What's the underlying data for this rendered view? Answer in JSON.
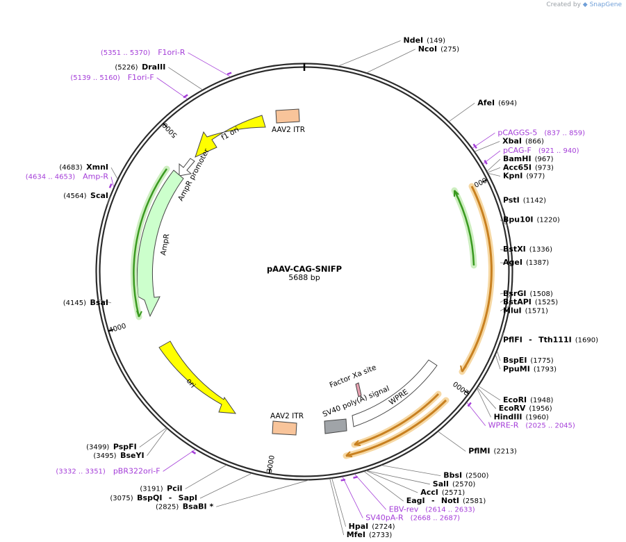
{
  "credit": {
    "prefix": "Created by",
    "brand": "SnapGene"
  },
  "plasmid": {
    "name": "pAAV-CAG-SNIFP",
    "size_label": "5688 bp",
    "length": 5688
  },
  "ticks": [
    {
      "pos": 1000,
      "label": "1000"
    },
    {
      "pos": 2000,
      "label": "2000"
    },
    {
      "pos": 3000,
      "label": "3000"
    },
    {
      "pos": 4000,
      "label": "4000"
    },
    {
      "pos": 5000,
      "label": "5000"
    }
  ],
  "sites": [
    {
      "pos": 149,
      "names": [
        "NdeI"
      ],
      "pos_label": "(149)",
      "side": "right"
    },
    {
      "pos": 275,
      "names": [
        "NcoI"
      ],
      "pos_label": "(275)",
      "side": "right"
    },
    {
      "pos": 694,
      "names": [
        "AfeI"
      ],
      "pos_label": "(694)",
      "side": "right"
    },
    {
      "pos": 866,
      "names": [
        "XbaI"
      ],
      "pos_label": "(866)",
      "side": "right"
    },
    {
      "pos": 967,
      "names": [
        "BamHI"
      ],
      "pos_label": "(967)",
      "side": "right"
    },
    {
      "pos": 973,
      "names": [
        "Acc65I"
      ],
      "pos_label": "(973)",
      "side": "right"
    },
    {
      "pos": 977,
      "names": [
        "KpnI"
      ],
      "pos_label": "(977)",
      "side": "right"
    },
    {
      "pos": 1142,
      "names": [
        "PstI"
      ],
      "pos_label": "(1142)",
      "side": "right"
    },
    {
      "pos": 1220,
      "names": [
        "Bpu10I"
      ],
      "pos_label": "(1220)",
      "side": "right"
    },
    {
      "pos": 1336,
      "names": [
        "BstXI"
      ],
      "pos_label": "(1336)",
      "side": "right"
    },
    {
      "pos": 1387,
      "names": [
        "AgeI"
      ],
      "pos_label": "(1387)",
      "side": "right"
    },
    {
      "pos": 1508,
      "names": [
        "BsrGI"
      ],
      "pos_label": "(1508)",
      "side": "right"
    },
    {
      "pos": 1525,
      "names": [
        "BstAPI"
      ],
      "pos_label": "(1525)",
      "side": "right"
    },
    {
      "pos": 1571,
      "names": [
        "MluI"
      ],
      "pos_label": "(1571)",
      "side": "right"
    },
    {
      "pos": 1690,
      "names": [
        "PflFI",
        "Tth111I"
      ],
      "pos_label": "(1690)",
      "side": "right"
    },
    {
      "pos": 1775,
      "names": [
        "BspEI"
      ],
      "pos_label": "(1775)",
      "side": "right"
    },
    {
      "pos": 1793,
      "names": [
        "PpuMI"
      ],
      "pos_label": "(1793)",
      "side": "right"
    },
    {
      "pos": 1948,
      "names": [
        "EcoRI"
      ],
      "pos_label": "(1948)",
      "side": "right"
    },
    {
      "pos": 1956,
      "names": [
        "EcoRV"
      ],
      "pos_label": "(1956)",
      "side": "right"
    },
    {
      "pos": 1960,
      "names": [
        "HindIII"
      ],
      "pos_label": "(1960)",
      "side": "right"
    },
    {
      "pos": 2213,
      "names": [
        "PflMI"
      ],
      "pos_label": "(2213)",
      "side": "right"
    },
    {
      "pos": 2500,
      "names": [
        "BbsI"
      ],
      "pos_label": "(2500)",
      "side": "right"
    },
    {
      "pos": 2570,
      "names": [
        "SalI"
      ],
      "pos_label": "(2570)",
      "side": "right"
    },
    {
      "pos": 2571,
      "names": [
        "AccI"
      ],
      "pos_label": "(2571)",
      "side": "right"
    },
    {
      "pos": 2581,
      "names": [
        "EagI",
        "NotI"
      ],
      "pos_label": "(2581)",
      "side": "right"
    },
    {
      "pos": 2724,
      "names": [
        "HpaI"
      ],
      "pos_label": "(2724)",
      "side": "right"
    },
    {
      "pos": 2733,
      "names": [
        "MfeI"
      ],
      "pos_label": "(2733)",
      "side": "right"
    },
    {
      "pos": 2825,
      "names": [
        "BsaBI *"
      ],
      "pos_label": "(2825)",
      "side": "left"
    },
    {
      "pos": 3075,
      "names": [
        "BspQI",
        "SapI"
      ],
      "pos_label": "(3075)",
      "side": "left"
    },
    {
      "pos": 3191,
      "names": [
        "PciI"
      ],
      "pos_label": "(3191)",
      "side": "left"
    },
    {
      "pos": 3495,
      "names": [
        "BseYI"
      ],
      "pos_label": "(3495)",
      "side": "left"
    },
    {
      "pos": 3499,
      "names": [
        "PspFI"
      ],
      "pos_label": "(3499)",
      "side": "left"
    },
    {
      "pos": 4145,
      "names": [
        "BsaI"
      ],
      "pos_label": "(4145)",
      "side": "left"
    },
    {
      "pos": 4564,
      "names": [
        "ScaI"
      ],
      "pos_label": "(4564)",
      "side": "left"
    },
    {
      "pos": 4683,
      "names": [
        "XmnI"
      ],
      "pos_label": "(4683)",
      "side": "left"
    },
    {
      "pos": 5226,
      "names": [
        "DraIII"
      ],
      "pos_label": "(5226)",
      "side": "left"
    }
  ],
  "primers": [
    {
      "name": "pCAGGS-5",
      "range_label": "(837 .. 859)",
      "start": 837,
      "end": 859,
      "side": "right"
    },
    {
      "name": "pCAG-F",
      "range_label": "(921 .. 940)",
      "start": 921,
      "end": 940,
      "side": "right"
    },
    {
      "name": "WPRE-R",
      "range_label": "(2025 .. 2045)",
      "start": 2025,
      "end": 2045,
      "side": "right"
    },
    {
      "name": "EBV-rev",
      "range_label": "(2614 .. 2633)",
      "start": 2614,
      "end": 2633,
      "side": "right"
    },
    {
      "name": "SV40pA-R",
      "range_label": "(2668 .. 2687)",
      "start": 2668,
      "end": 2687,
      "side": "right"
    },
    {
      "name": "pBR322ori-F",
      "range_label": "(3332 .. 3351)",
      "start": 3332,
      "end": 3351,
      "side": "left"
    },
    {
      "name": "Amp-R",
      "range_label": "(4634 .. 4653)",
      "start": 4634,
      "end": 4653,
      "side": "left"
    },
    {
      "name": "F1ori-F",
      "range_label": "(5139 .. 5160)",
      "start": 5139,
      "end": 5160,
      "side": "left"
    },
    {
      "name": "F1ori-R",
      "range_label": "(5351 .. 5370)",
      "start": 5351,
      "end": 5370,
      "side": "left"
    }
  ],
  "features": [
    {
      "name": "AAV2 ITR",
      "color": "#f8c49a",
      "kind": "box"
    },
    {
      "name": "f1 ori",
      "color": "#ffff00",
      "kind": "arrow"
    },
    {
      "name": "AmpR promoter",
      "color": "#ffffff",
      "kind": "arrow"
    },
    {
      "name": "AmpR",
      "color": "#ccffcc",
      "kind": "arrow"
    },
    {
      "name": "ori",
      "color": "#ffff00",
      "kind": "arrow"
    },
    {
      "name": "AAV2 ITR",
      "color": "#f8c49a",
      "kind": "box"
    },
    {
      "name": "SV40 poly(A) signal",
      "color": "#a0a4a8",
      "kind": "box"
    },
    {
      "name": "WPRE",
      "color": "#ffffff",
      "kind": "arrow"
    },
    {
      "name": "Factor Xa site",
      "color": "#e8a0b0",
      "kind": "box"
    }
  ],
  "colors": {
    "primer": "#a43dd8",
    "backbone": "#2b2b2b",
    "orf_orange": "#e8a038",
    "orf_green": "#3a9a20"
  }
}
